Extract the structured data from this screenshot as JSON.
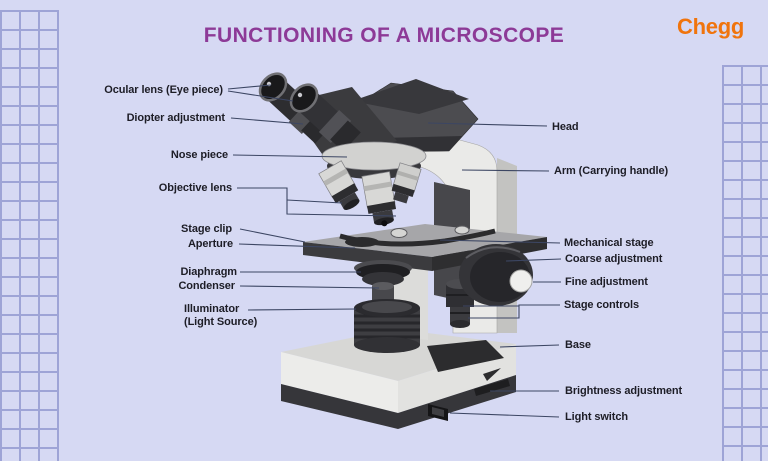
{
  "header": {
    "title": "FUNCTIONING OF A MICROSCOPE",
    "brand": "Chegg"
  },
  "diagram": {
    "subject": "Labeled diagram of a binocular compound microscope",
    "left_labels": [
      {
        "text": "Ocular lens (Eye piece)"
      },
      {
        "text": "Diopter adjustment"
      },
      {
        "text": "Nose piece"
      },
      {
        "text": "Objective lens"
      },
      {
        "text": "Stage clip"
      },
      {
        "text": "Aperture"
      },
      {
        "text": "Diaphragm"
      },
      {
        "text": "Condenser"
      },
      {
        "text": "Illuminator\n(Light Source)"
      }
    ],
    "right_labels": [
      {
        "text": "Head"
      },
      {
        "text": "Arm (Carrying handle)"
      },
      {
        "text": "Mechanical stage"
      },
      {
        "text": "Coarse adjustment"
      },
      {
        "text": "Fine adjustment"
      },
      {
        "text": "Stage controls"
      },
      {
        "text": "Base"
      },
      {
        "text": "Brightness adjustment"
      },
      {
        "text": "Light switch"
      }
    ]
  },
  "colors": {
    "background": "#d6d9f3",
    "grid": "#9ea4d6",
    "title": "#8d3a97",
    "brand_orange": "#f0740c",
    "label_text": "#1d1d26",
    "leader_line": "#3c4663"
  }
}
